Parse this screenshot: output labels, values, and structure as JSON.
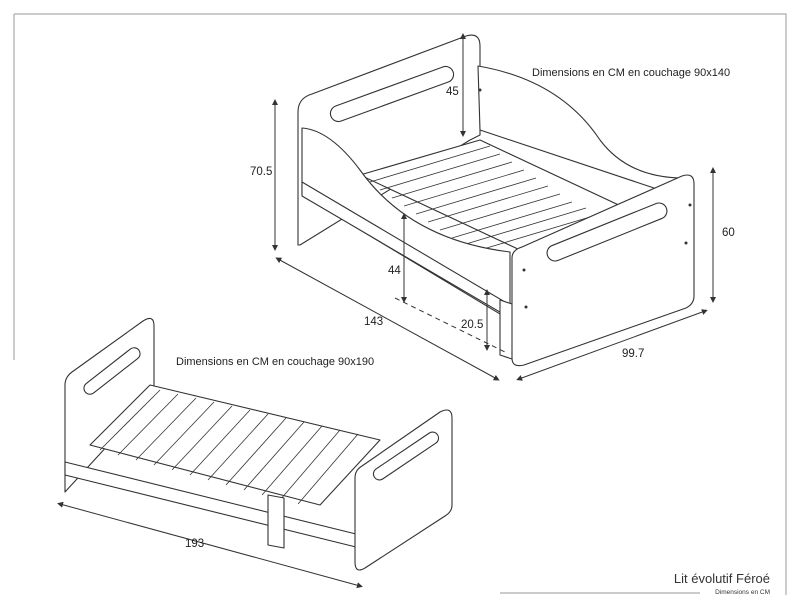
{
  "top_bed": {
    "caption": "Dimensions en CM en couchage 90x140",
    "dimensions": {
      "height_total": "70.5",
      "headboard_above_bed": "45",
      "footboard_height": "60",
      "bed_to_floor": "44",
      "drawer_clearance": "20.5",
      "length": "143",
      "width": "99.7"
    }
  },
  "bottom_bed": {
    "caption": "Dimensions en CM en couchage 90x190",
    "dimensions": {
      "length": "193"
    }
  },
  "footer": {
    "title": "Lit évolutif Féroé",
    "subtitle": "Dimensions en CM"
  },
  "colors": {
    "line": "#333333",
    "frame": "#999999"
  }
}
